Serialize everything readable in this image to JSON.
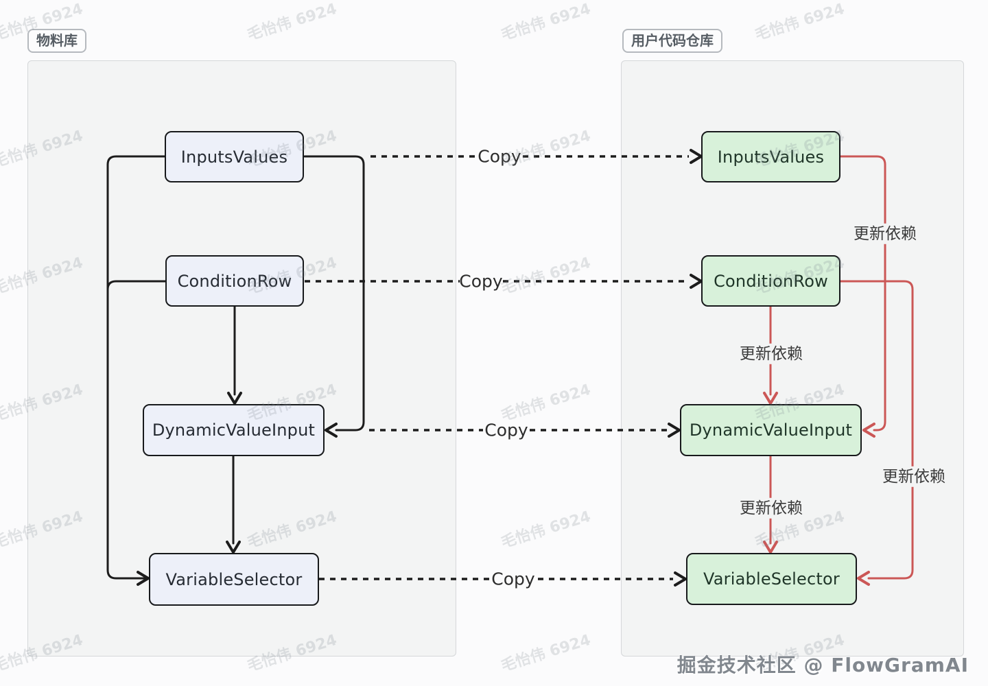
{
  "watermark": {
    "text": "毛怡伟 6924"
  },
  "attribution": {
    "text": "掘金技术社区 @ FlowGramAI"
  },
  "colors": {
    "page_bg": "#fbfbfc",
    "container_fill": "#f3f4f4",
    "container_border": "#d5d7d9",
    "line_black": "#1c1c1c",
    "line_red": "#cb5756",
    "left_box_fill": "#edf0f9",
    "green_box_fill": "#d8f1da",
    "box_border": "#17191b"
  },
  "panels": {
    "material": {
      "title": "物料库",
      "nodes": [
        {
          "label": "InputsValues"
        },
        {
          "label": "ConditionRow"
        },
        {
          "label": "DynamicValueInput"
        },
        {
          "label": "VariableSelector"
        }
      ]
    },
    "user_repo": {
      "title": "用户代码仓库",
      "nodes": [
        {
          "label": "InputsValues"
        },
        {
          "label": "ConditionRow"
        },
        {
          "label": "DynamicValueInput"
        },
        {
          "label": "VariableSelector"
        }
      ]
    }
  },
  "edges": [
    {
      "from": "material.InputsValues",
      "to": "user_repo.InputsValues",
      "label": "Copy",
      "style": "dashed-black"
    },
    {
      "from": "material.ConditionRow",
      "to": "user_repo.ConditionRow",
      "label": "Copy",
      "style": "dashed-black"
    },
    {
      "from": "material.DynamicValueInput",
      "to": "user_repo.DynamicValueInput",
      "label": "Copy",
      "style": "dashed-black"
    },
    {
      "from": "material.VariableSelector",
      "to": "user_repo.VariableSelector",
      "label": "Copy",
      "style": "dashed-black"
    },
    {
      "from": "user_repo.InputsValues",
      "to": "user_repo.DynamicValueInput",
      "label": "更新依赖",
      "style": "solid-red"
    },
    {
      "from": "user_repo.ConditionRow",
      "to": "user_repo.DynamicValueInput",
      "label": "更新依赖",
      "style": "solid-red"
    },
    {
      "from": "user_repo.DynamicValueInput",
      "to": "user_repo.VariableSelector",
      "label": "更新依赖",
      "style": "solid-red"
    },
    {
      "from": "user_repo.ConditionRow",
      "to": "user_repo.VariableSelector",
      "label": "更新依赖",
      "style": "solid-red"
    },
    {
      "from": "material.InputsValues",
      "to": "material.VariableSelector",
      "label": "",
      "style": "solid-black"
    },
    {
      "from": "material.ConditionRow",
      "to": "material.DynamicValueInput",
      "label": "",
      "style": "solid-black"
    },
    {
      "from": "material.InputsValues",
      "to": "material.DynamicValueInput",
      "label": "",
      "style": "solid-black"
    },
    {
      "from": "material.DynamicValueInput",
      "to": "material.VariableSelector",
      "label": "",
      "style": "solid-black"
    }
  ]
}
